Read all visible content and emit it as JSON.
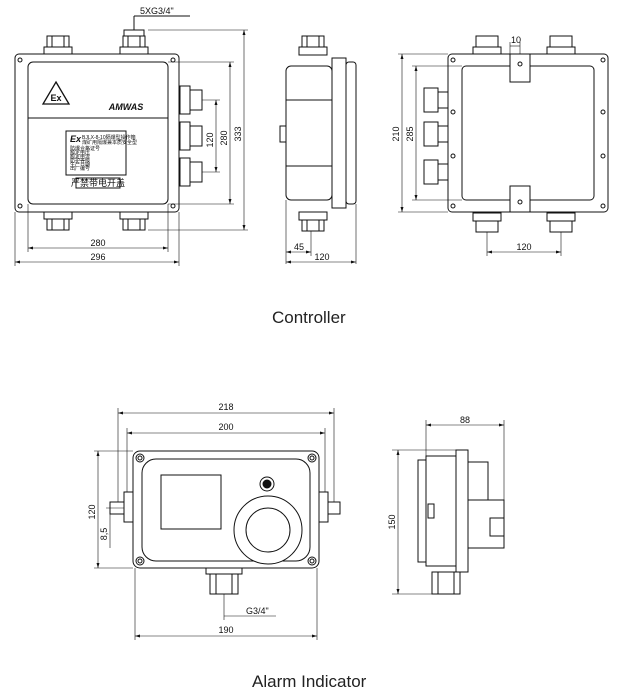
{
  "controller": {
    "caption": "Controller",
    "dims": {
      "thread": "5XG3/4\"",
      "w280": "280",
      "w296": "296",
      "h120": "120",
      "h280": "280",
      "h333": "333",
      "side45": "45",
      "side120": "120",
      "back10": "10",
      "back210": "210",
      "back285": "285",
      "back120": "120"
    },
    "label": {
      "ex_mark": "Ex",
      "brand": "AMWAS",
      "plate_ex": "Ex",
      "plate_title": "BJLX-8-10隔爆型操作箱",
      "plate_line1": "煤矿用隔爆兼本质安全型",
      "plate_line2": "防爆合格证号",
      "plate_line3": "额定电压",
      "plate_line4": "额定电流",
      "plate_line5": "防护等级",
      "plate_line6": "生产日期",
      "plate_line7": "出厂编号",
      "warning": "严禁带电开盖"
    }
  },
  "alarm_indicator": {
    "caption": "Alarm Indicator",
    "dims": {
      "w218": "218",
      "w200": "200",
      "h120": "120",
      "h8_5": "8,5",
      "thread": "G3/4\"",
      "w190": "190",
      "side88": "88",
      "side150": "150"
    }
  }
}
